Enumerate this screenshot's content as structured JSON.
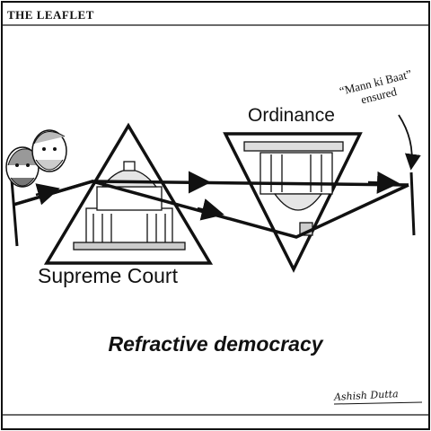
{
  "header": {
    "brand": "THE LEAFLET"
  },
  "labels": {
    "supreme_court": "Supreme Court",
    "ordinance": "Ordinance",
    "quote": "“Mann ki Baat” ensured"
  },
  "caption": "Refractive democracy",
  "signature": "Ashish Dutta"
}
